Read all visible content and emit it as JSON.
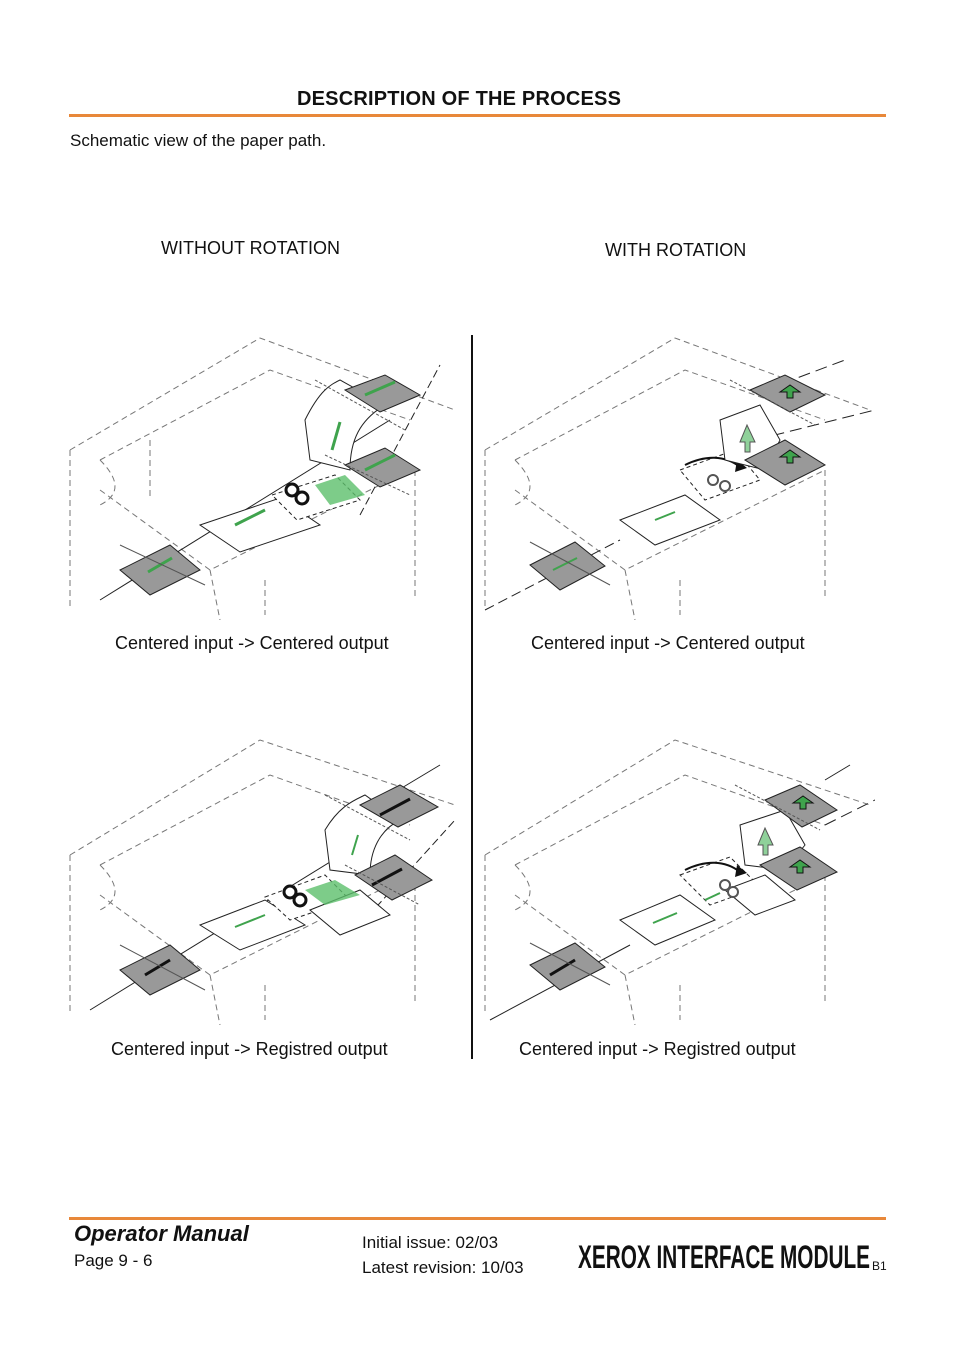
{
  "section_title": "DESCRIPTION OF THE PROCESS",
  "intro_text": "Schematic view of the paper path.",
  "columns": {
    "left_title": "WITHOUT ROTATION",
    "right_title": "WITH ROTATION"
  },
  "diagrams": [
    {
      "caption": "Centered input -> Centered output",
      "rotation": false,
      "registered": false
    },
    {
      "caption": "Centered input -> Centered output",
      "rotation": true,
      "registered": false
    },
    {
      "caption": "Centered input -> Registred output",
      "rotation": false,
      "registered": true
    },
    {
      "caption": "Centered input -> Registred output",
      "rotation": true,
      "registered": true
    }
  ],
  "footer": {
    "manual_title": "Operator Manual",
    "page_label": "Page 9 - 6",
    "initial_issue": "Initial issue: 02/03",
    "latest_revision": "Latest revision: 10/03",
    "logo_text": "XEROX INTERFACE MODULE",
    "logo_version": "B1"
  },
  "colors": {
    "accent": "#e8883a",
    "sheet_gray": "#8f8f8f",
    "arrow_green": "#3fa34d",
    "arrow_light_green": "#8fd19a"
  }
}
